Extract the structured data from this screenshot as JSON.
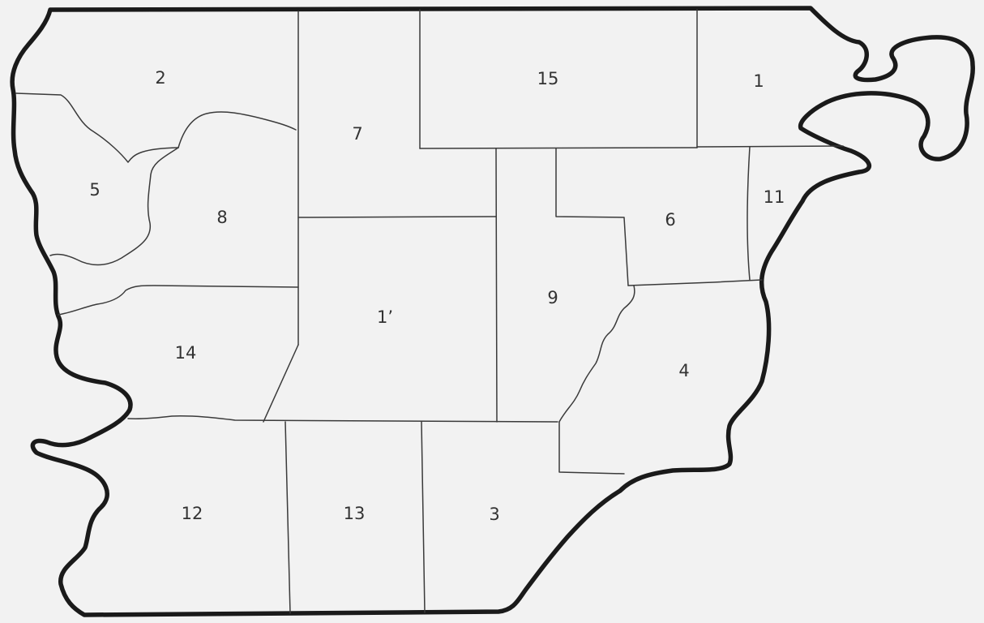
{
  "colors": {
    "background": "#f2f2f2",
    "outline": "#1a1a1a",
    "boundary": "#3a3a3a",
    "label": "#333333"
  },
  "map": {
    "regions": [
      {
        "id": "1",
        "label": "1"
      },
      {
        "id": "2",
        "label": "2"
      },
      {
        "id": "3",
        "label": "3"
      },
      {
        "id": "4",
        "label": "4"
      },
      {
        "id": "5",
        "label": "5"
      },
      {
        "id": "6",
        "label": "6"
      },
      {
        "id": "7",
        "label": "7"
      },
      {
        "id": "8",
        "label": "8"
      },
      {
        "id": "9",
        "label": "9"
      },
      {
        "id": "10",
        "label": "1’"
      },
      {
        "id": "11",
        "label": "11"
      },
      {
        "id": "12",
        "label": "12"
      },
      {
        "id": "13",
        "label": "13"
      },
      {
        "id": "14",
        "label": "14"
      },
      {
        "id": "15",
        "label": "15"
      }
    ]
  }
}
